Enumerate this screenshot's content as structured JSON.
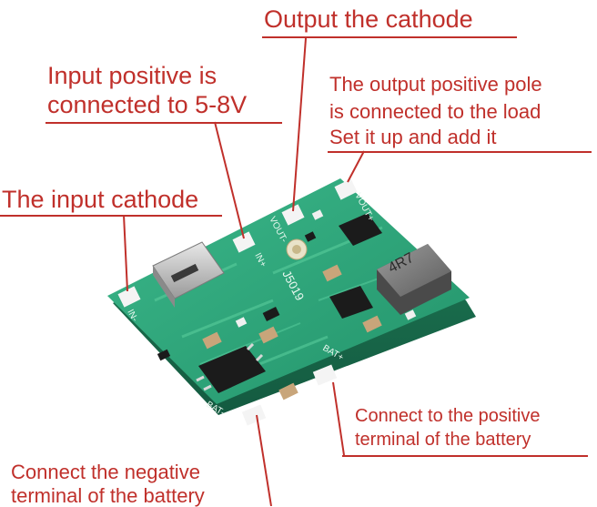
{
  "labels": {
    "output_cathode": "Output the cathode",
    "input_positive_line1": "Input positive is",
    "input_positive_line2": "connected to 5-8V",
    "output_positive_line1": "The output positive pole",
    "output_positive_line2": "is connected to the load",
    "output_positive_line3": "Set it up and add it",
    "input_cathode": "The input cathode",
    "battery_positive_line1": "Connect to the positive",
    "battery_positive_line2": "terminal of the battery",
    "battery_negative_line1": "Connect the negative",
    "battery_negative_line2": "terminal of the battery"
  },
  "board": {
    "silkscreen": {
      "in_minus": "IN-",
      "in_plus": "IN+",
      "vout_minus": "VOUT-",
      "vout_plus": "VOUT+",
      "bat_minus": "BAT-",
      "bat_plus": "BAT+",
      "chip": "J5019",
      "inductor": "4R7"
    },
    "pcb_color": "#2fa57a",
    "label_color": "#c0302b"
  }
}
